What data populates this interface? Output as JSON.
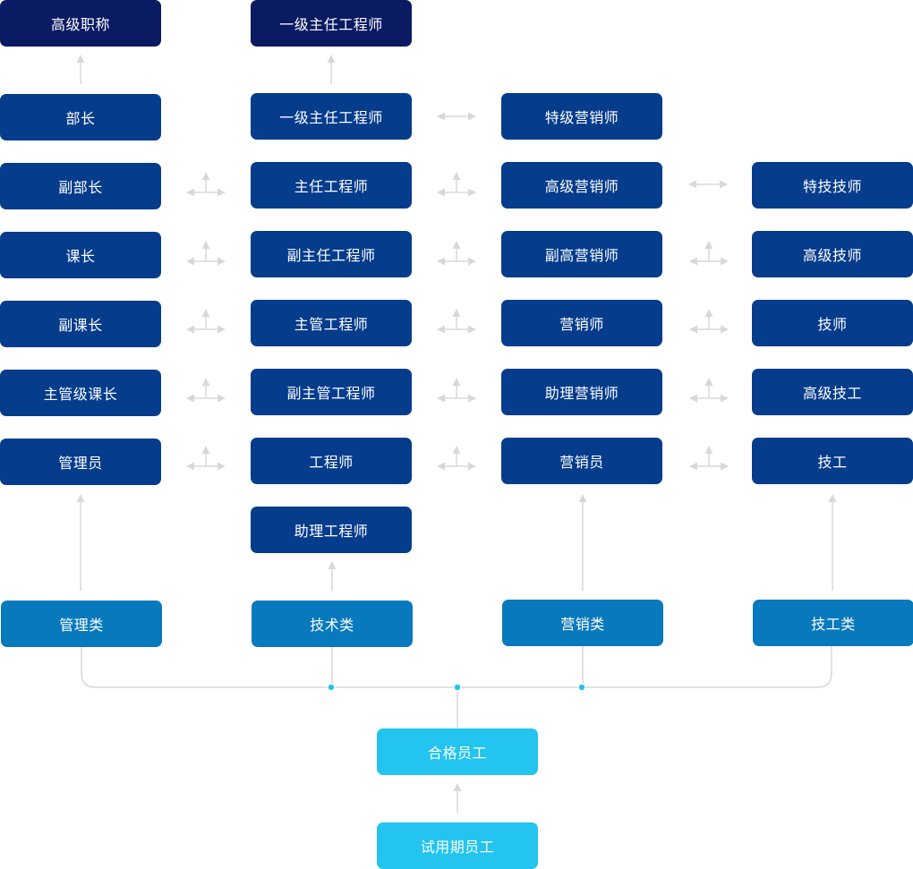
{
  "colors": {
    "top": "#0a1a63",
    "track": "#053c8c",
    "category": "#0879bc",
    "entry": "#23c4ef",
    "connector": "#d8d8d8",
    "junction_dot": "#23c4ef"
  },
  "management": {
    "top": "高级职称",
    "levels": [
      "部长",
      "副部长",
      "课长",
      "副课长",
      "主管级课长",
      "管理员"
    ],
    "category": "管理类"
  },
  "technical": {
    "top": "一级主任工程师",
    "levels": [
      "一级主任工程师",
      "主任工程师",
      "副主任工程师",
      "主管工程师",
      "副主管工程师",
      "工程师",
      "助理工程师"
    ],
    "category": "技术类"
  },
  "marketing": {
    "levels": [
      "特级营销师",
      "高级营销师",
      "副高营销师",
      "营销师",
      "助理营销师",
      "营销员"
    ],
    "category": "营销类"
  },
  "craft": {
    "levels": [
      "特技技师",
      "高级技师",
      "技师",
      "高级技工",
      "技工"
    ],
    "category": "技工类"
  },
  "entry": {
    "qualified": "合格员工",
    "probation": "试用期员工"
  }
}
